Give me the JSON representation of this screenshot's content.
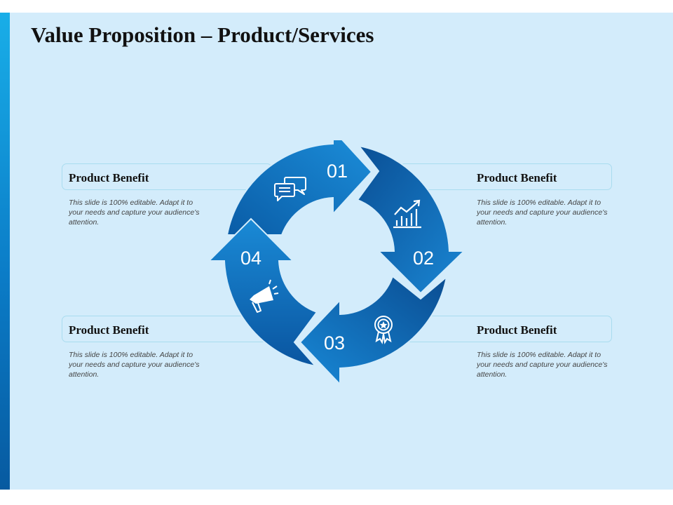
{
  "slide": {
    "title": "Value Proposition – Product/Services",
    "colors": {
      "background": "#d3ecfb",
      "accent": "#0b63ad",
      "accent_light": "#1a8ad6",
      "box_border": "#a9dcef"
    }
  },
  "cycle": {
    "steps": [
      {
        "number": "01",
        "icon": "chat-bubbles-icon"
      },
      {
        "number": "02",
        "icon": "growth-chart-icon"
      },
      {
        "number": "03",
        "icon": "award-badge-icon"
      },
      {
        "number": "04",
        "icon": "megaphone-icon"
      }
    ]
  },
  "benefits": [
    {
      "title": "Product Benefit",
      "text": "This slide is 100% editable. Adapt it to your needs and capture your audience's attention."
    },
    {
      "title": "Product Benefit",
      "text": "This slide is 100% editable. Adapt it to your needs and capture your audience's attention."
    },
    {
      "title": "Product Benefit",
      "text": "This slide is 100% editable. Adapt it to your needs and capture your audience's attention."
    },
    {
      "title": "Product Benefit",
      "text": "This slide is 100% editable. Adapt it to your needs and capture your audience's attention."
    }
  ]
}
